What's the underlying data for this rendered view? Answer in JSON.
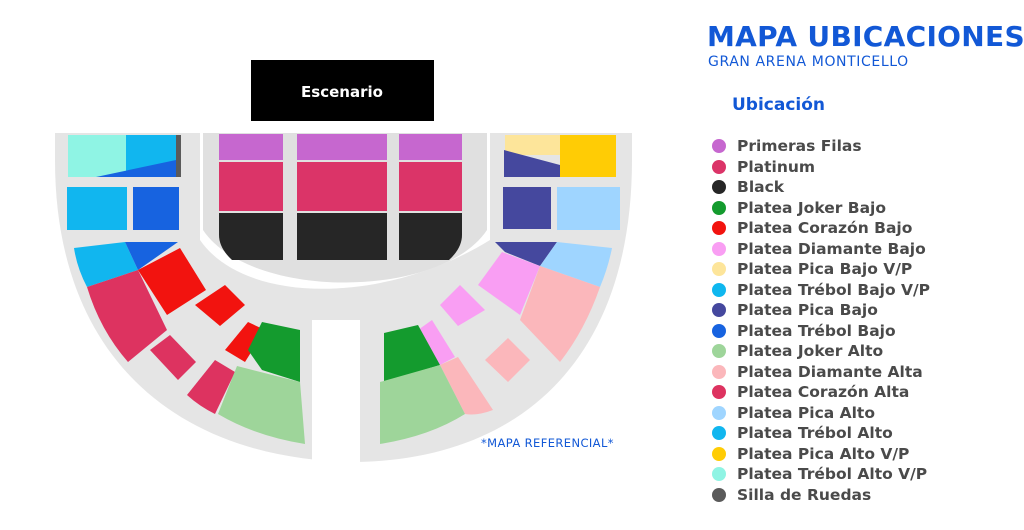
{
  "header": {
    "title": "MAPA UBICACIONES",
    "subtitle": "GRAN ARENA MONTICELLO"
  },
  "map": {
    "stage_label": "Escenario",
    "note": "*MAPA REFERENCIAL*"
  },
  "legend": {
    "title": "Ubicación",
    "items": [
      {
        "label": "Primeras Filas",
        "color": "#c667cf"
      },
      {
        "label": "Platinum",
        "color": "#db3468"
      },
      {
        "label": "Black",
        "color": "#262626"
      },
      {
        "label": "Platea Joker Bajo",
        "color": "#149b2e"
      },
      {
        "label": "Platea Corazón Bajo",
        "color": "#f2130f"
      },
      {
        "label": "Platea Diamante Bajo",
        "color": "#f99ef3"
      },
      {
        "label": "Platea Pica Bajo V/P",
        "color": "#fde59a"
      },
      {
        "label": "Platea Trébol Bajo V/P",
        "color": "#0fb7ef"
      },
      {
        "label": "Platea Pica Bajo",
        "color": "#45489e"
      },
      {
        "label": "Platea Trébol Bajo",
        "color": "#1763e0"
      },
      {
        "label": "Platea Joker Alto",
        "color": "#9ed59a"
      },
      {
        "label": "Platea Diamante Alta",
        "color": "#fbb7bb"
      },
      {
        "label": "Platea Corazón Alta",
        "color": "#dd3360"
      },
      {
        "label": "Platea Pica Alto",
        "color": "#9fd5ff"
      },
      {
        "label": "Platea Trébol Alto",
        "color": "#11b6ef"
      },
      {
        "label": "Platea Pica Alto V/P",
        "color": "#ffcc05"
      },
      {
        "label": "Platea Trébol Alto V/P",
        "color": "#8ff4e4"
      },
      {
        "label": "Silla de Ruedas",
        "color": "#5a5a5a"
      }
    ]
  }
}
